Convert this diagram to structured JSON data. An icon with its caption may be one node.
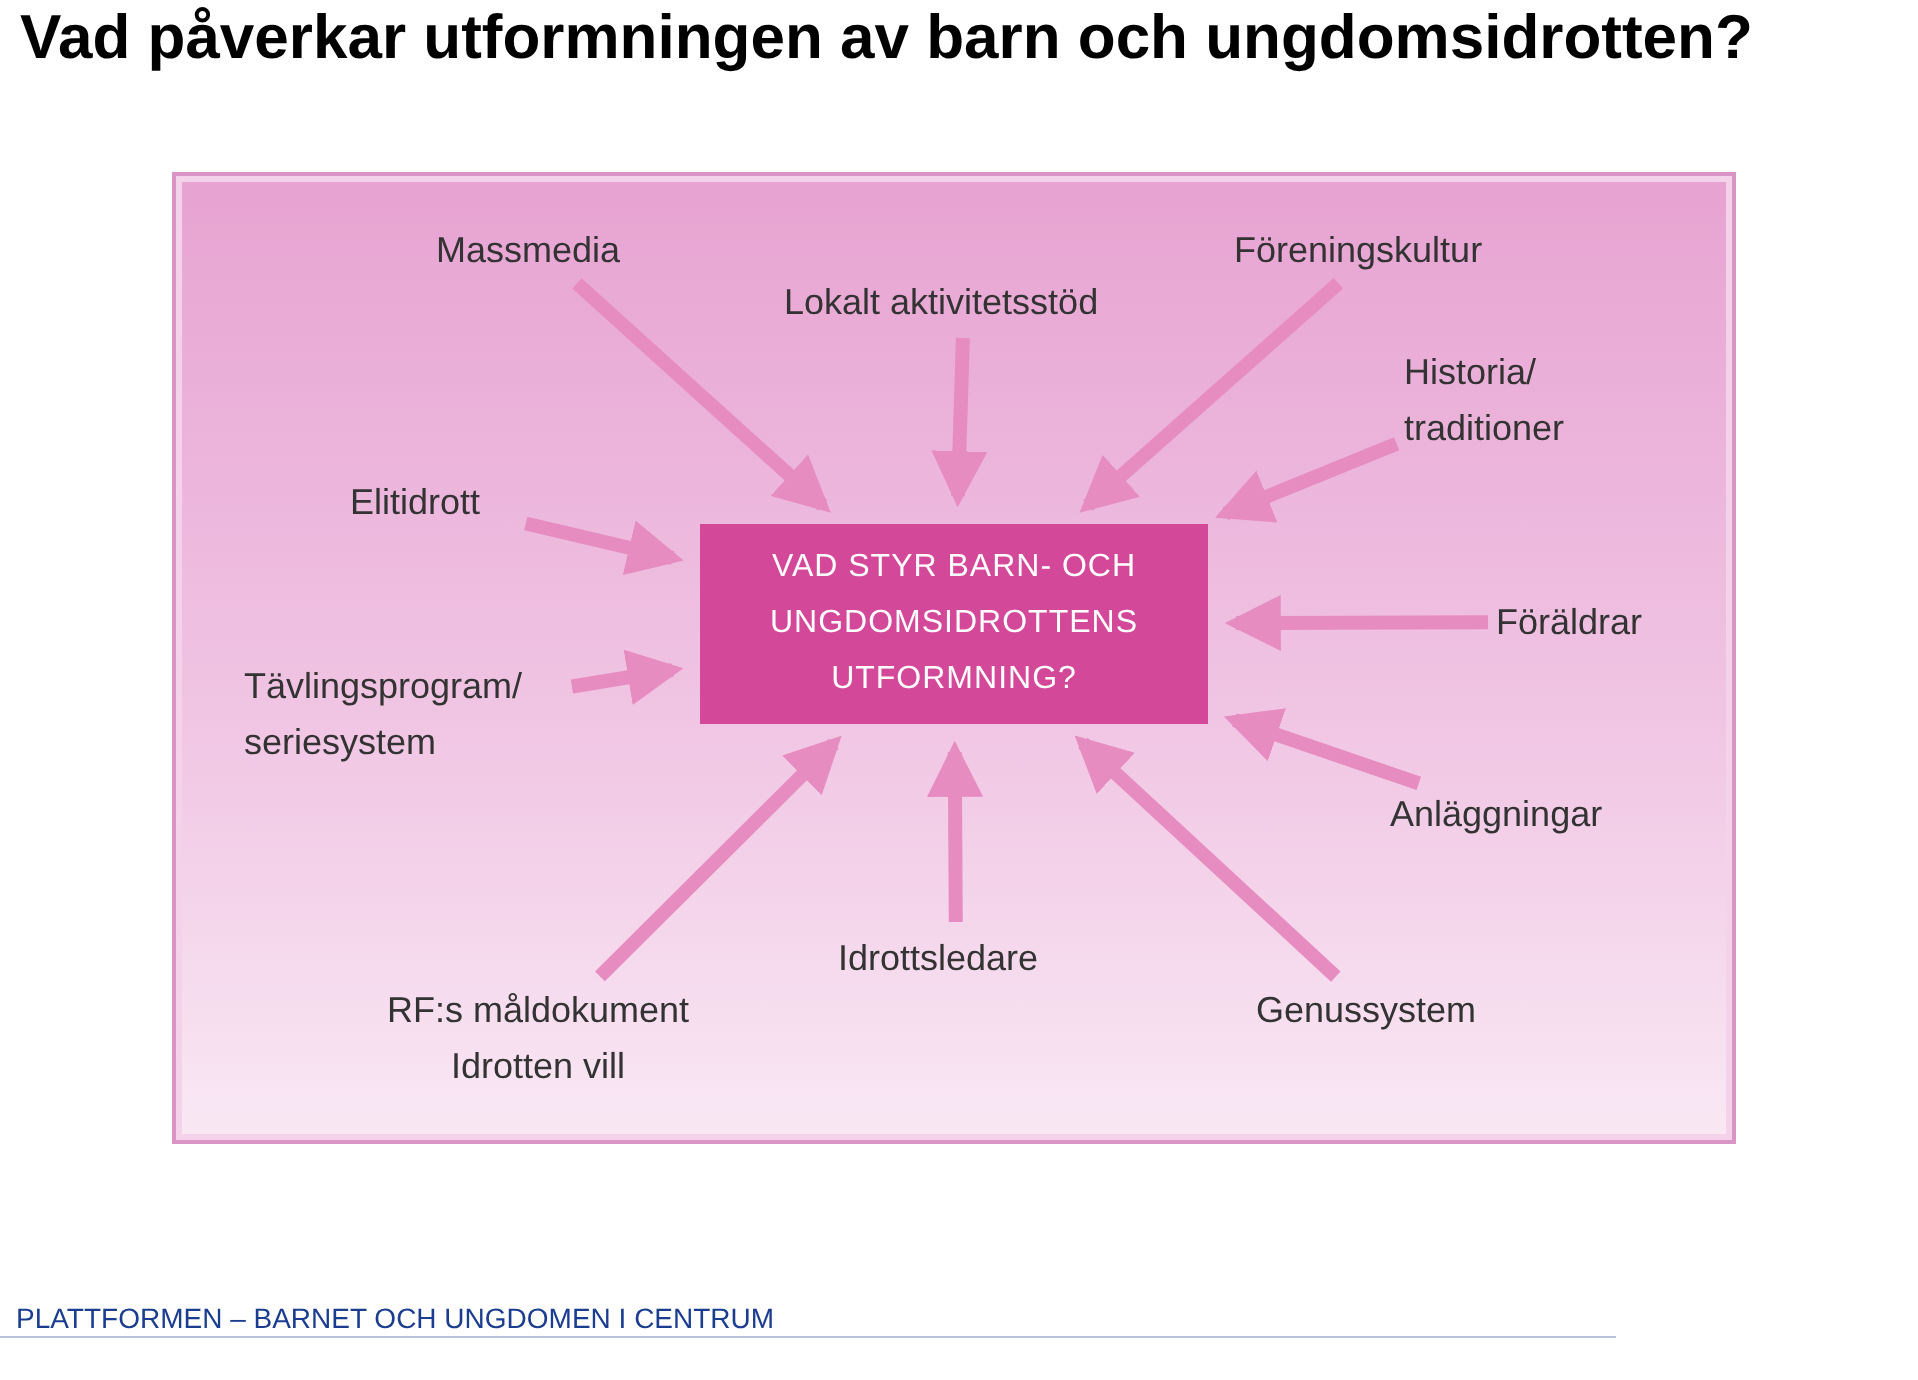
{
  "diagram": {
    "title": "Vad påverkar utformningen av barn och ungdomsidrotten?",
    "nodes": [
      {
        "text": [
          "VAD STYR BARN- OCH UNGDOMSIDROTTENS UTFORMNING?"
        ]
      },
      {
        "text": [
          "Massmedia"
        ]
      },
      {
        "text": [
          "Lokalt aktivitetsstöd"
        ]
      },
      {
        "text": [
          "Föreningskultur"
        ]
      },
      {
        "text": [
          "Historia/ traditioner"
        ]
      },
      {
        "text": [
          "Elitidrott"
        ]
      },
      {
        "text": [
          "Föräldrar"
        ]
      },
      {
        "text": [
          "Tävlingsprogram/ seriesystem"
        ]
      },
      {
        "text": [
          "Anläggningar"
        ]
      },
      {
        "text": [
          "RF:s måldokument Idrotten vill"
        ]
      },
      {
        "text": [
          "Idrottsledare"
        ]
      },
      {
        "text": [
          "Genussystem"
        ]
      }
    ],
    "edges": [
      {
        "from": 1,
        "to": 0,
        "arrow": "to"
      },
      {
        "from": 2,
        "to": 0,
        "arrow": "to"
      },
      {
        "from": 3,
        "to": 0,
        "arrow": "to"
      },
      {
        "from": 4,
        "to": 0,
        "arrow": "to"
      },
      {
        "from": 5,
        "to": 0,
        "arrow": "to"
      },
      {
        "from": 6,
        "to": 0,
        "arrow": "to"
      },
      {
        "from": 7,
        "to": 0,
        "arrow": "to"
      },
      {
        "from": 8,
        "to": 0,
        "arrow": "to"
      },
      {
        "from": 9,
        "to": 0,
        "arrow": "to"
      },
      {
        "from": 10,
        "to": 0,
        "arrow": "to"
      },
      {
        "from": 11,
        "to": 0,
        "arrow": "to"
      }
    ],
    "labels": [
      "PLATTFORMEN – BARNET OCH UNGDOMEN I CENTRUM"
    ]
  }
}
